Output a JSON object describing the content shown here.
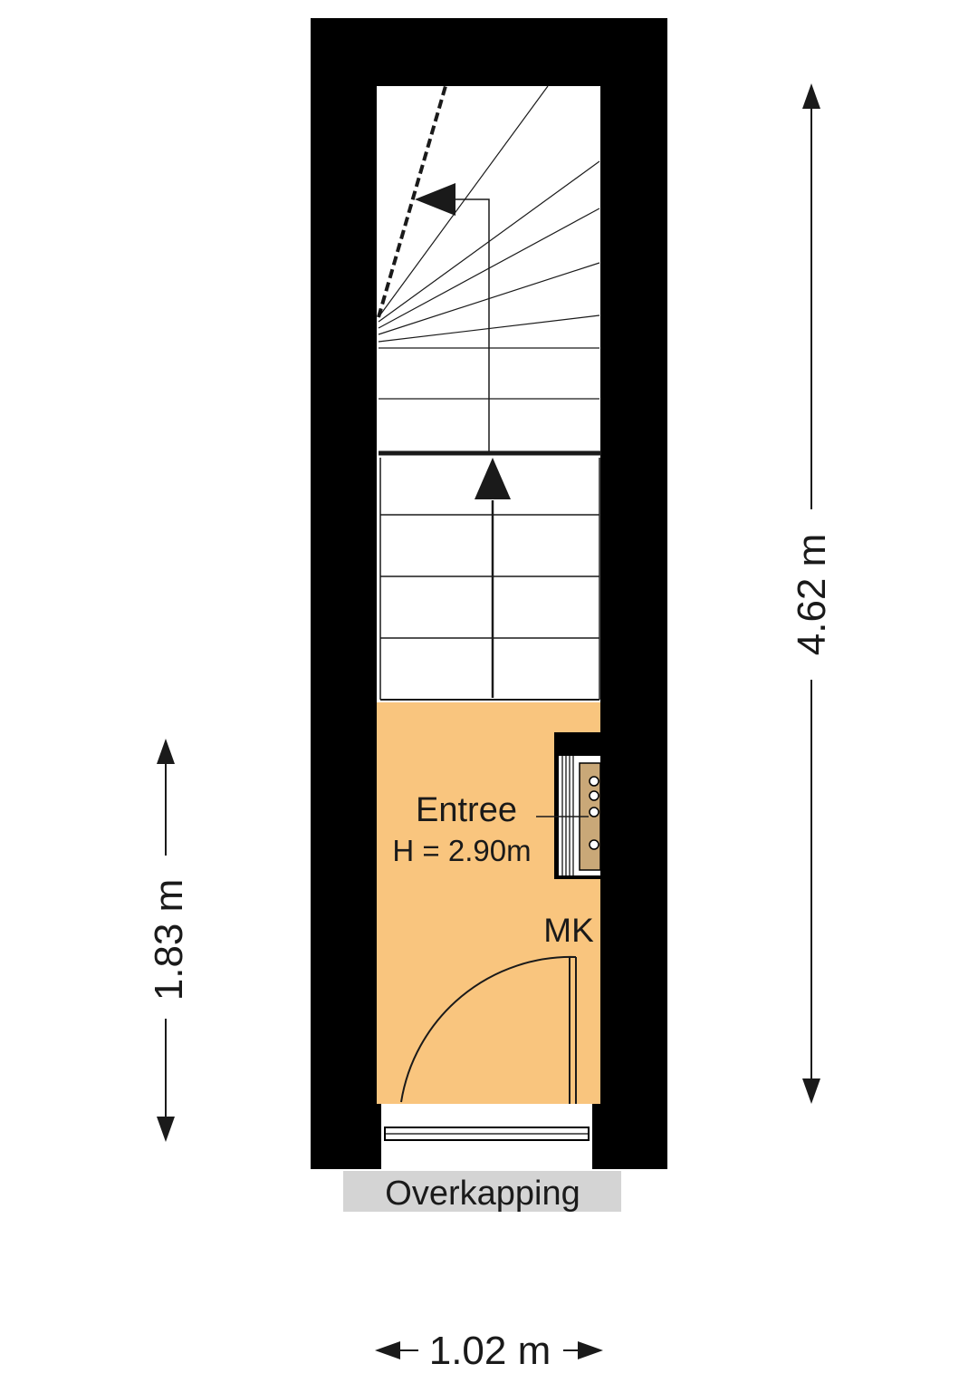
{
  "room": {
    "name": "Entree",
    "height_label": "H = 2.90m",
    "fill": "#f9c57e"
  },
  "cabinet_label": "MK",
  "canopy_label": "Overkapping",
  "dimensions": {
    "total_length": "4.62 m",
    "entrance_length": "1.83 m",
    "width": "1.02 m"
  },
  "colors": {
    "wall": "#000000",
    "canopy": "#d4d4d4",
    "line": "#1a1a1a"
  }
}
